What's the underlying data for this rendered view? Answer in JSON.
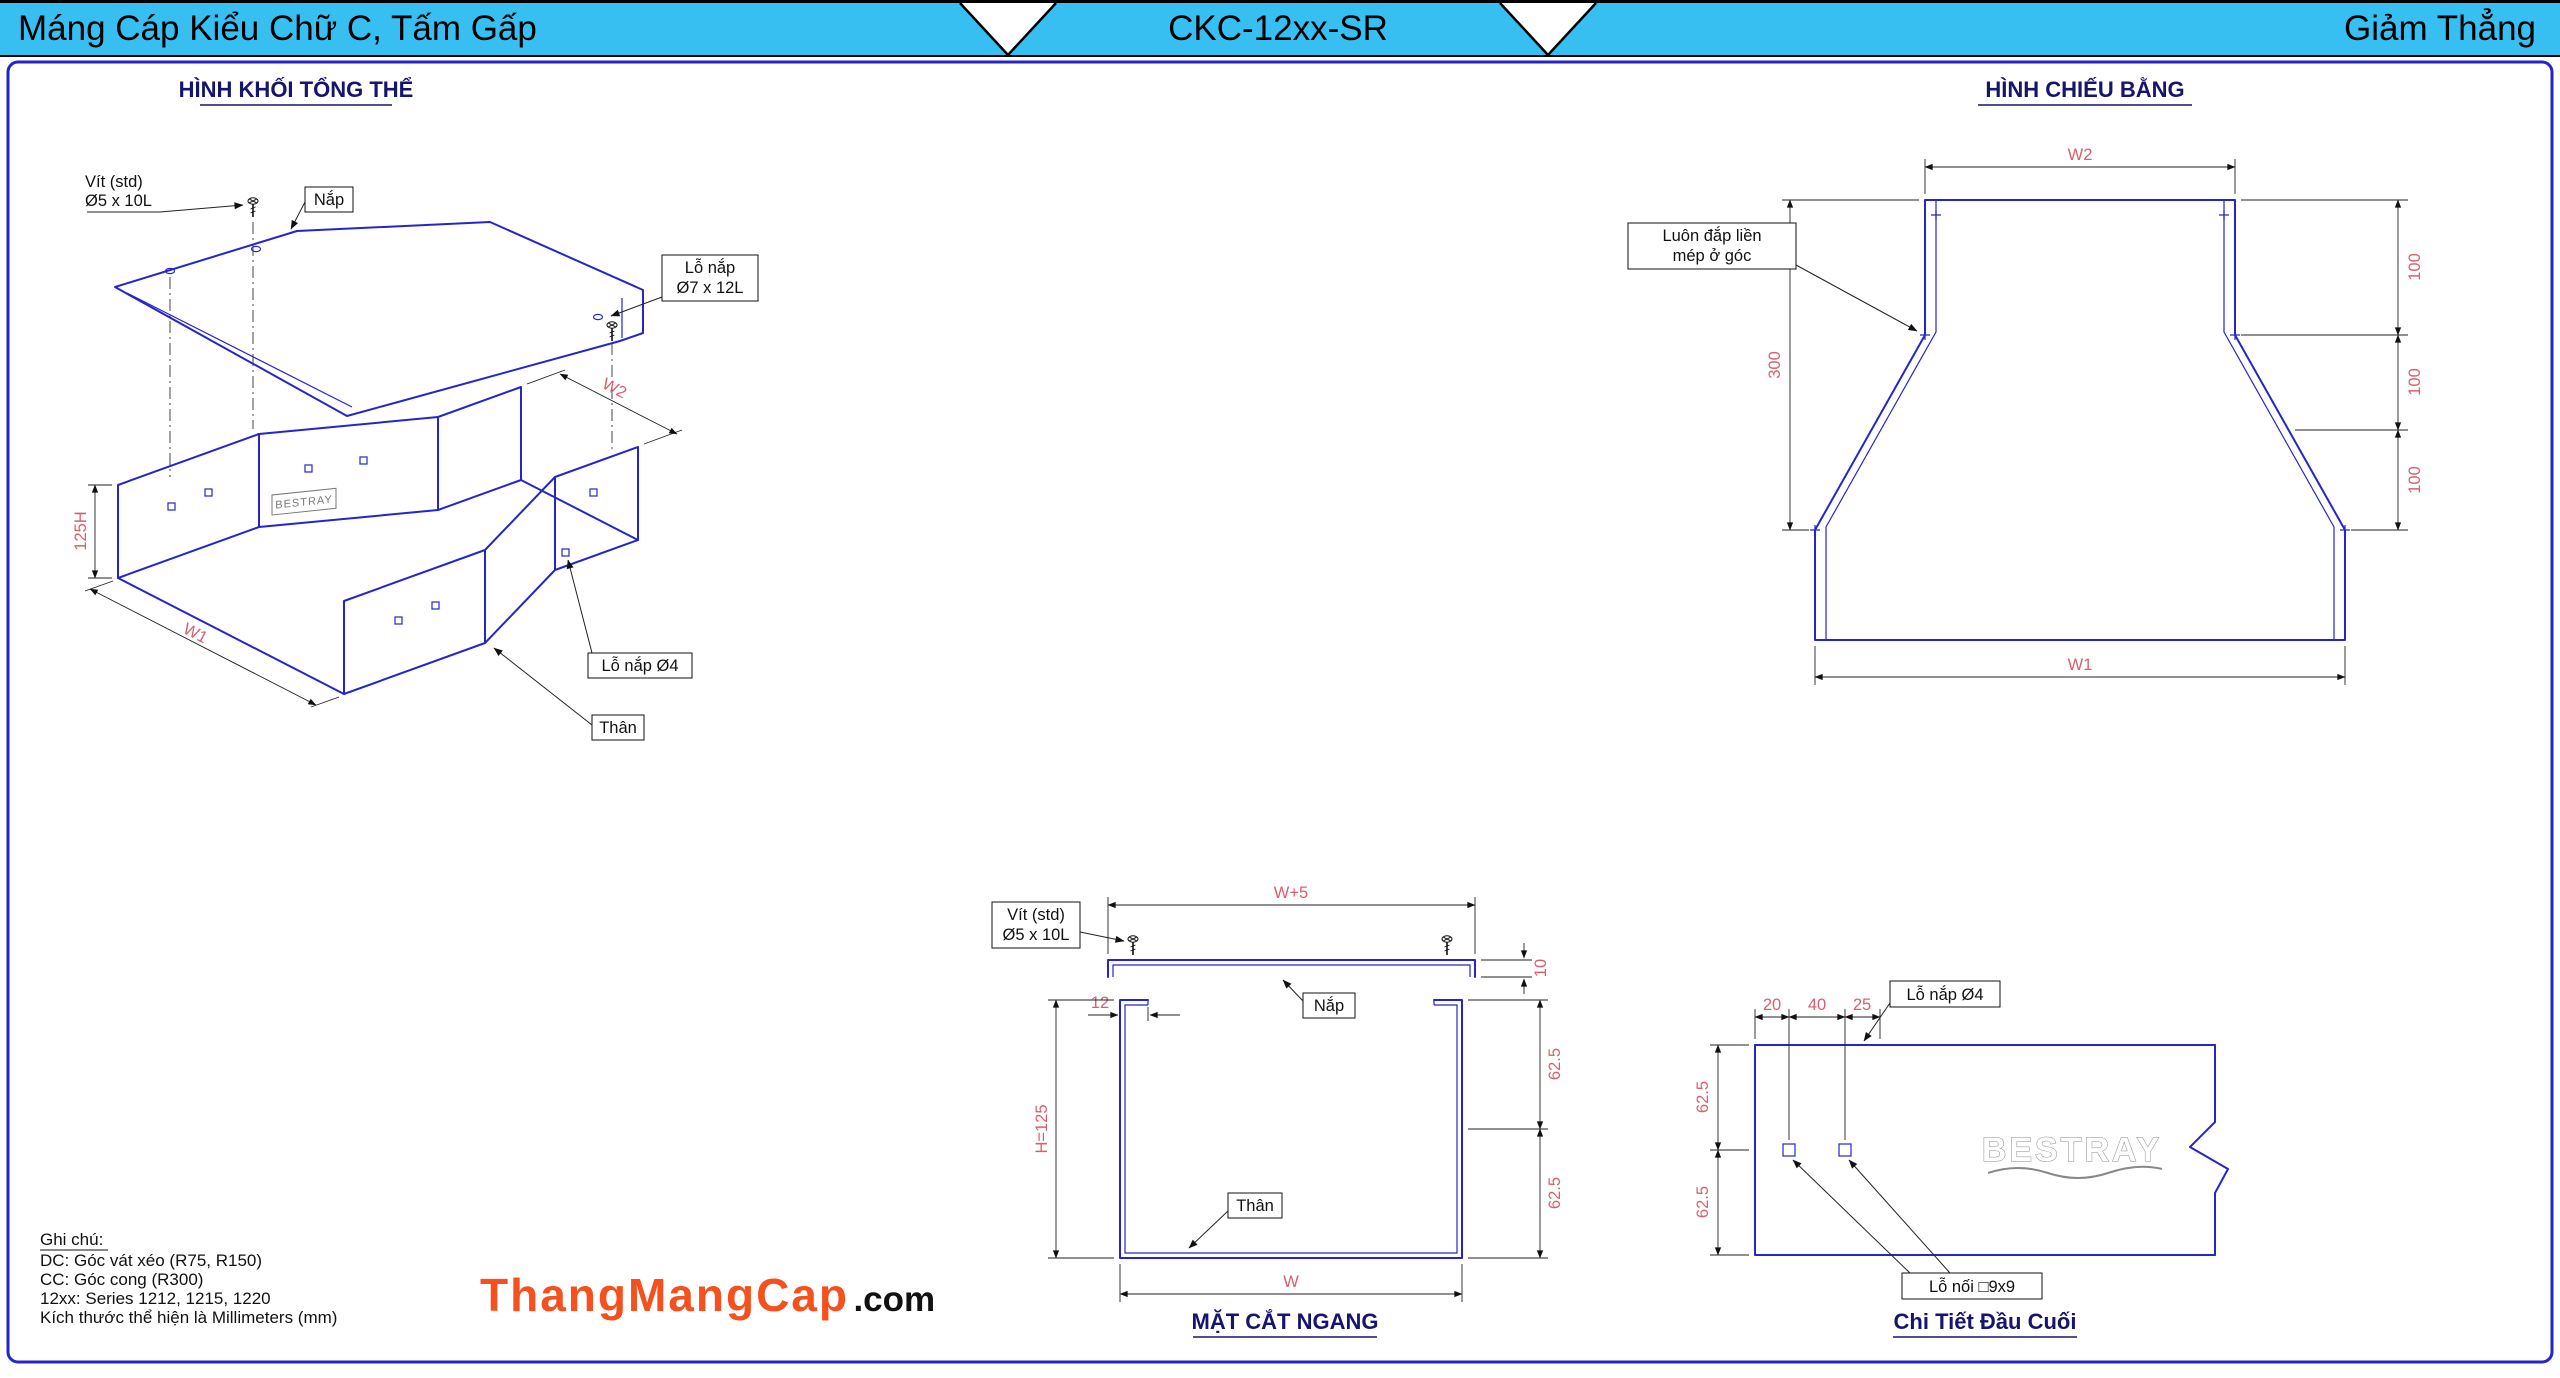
{
  "header": {
    "left": "Máng Cáp Kiểu Chữ C, Tấm Gấp",
    "center": "CKC-12xx-SR",
    "right": "Giảm Thẳng"
  },
  "iso": {
    "title": "HÌNH KHỐI TỔNG THỂ",
    "vit1": "Vít (std)",
    "vit2": "Ø5 x 10L",
    "nap": "Nắp",
    "lonap1": "Lỗ nắp",
    "lonap2": "Ø7 x 12L",
    "lonap4": "Lỗ nắp Ø4",
    "than": "Thân",
    "brand": "BESTRAY",
    "w1": "W1",
    "w2": "W2",
    "h": "125H"
  },
  "plan": {
    "title": "HÌNH CHIẾU BẰNG",
    "corner1": "Luôn đắp liền",
    "corner2": "mép ở góc",
    "w2": "W2",
    "w1": "W1",
    "len": "300",
    "seg1": "100",
    "seg2": "100",
    "seg3": "100"
  },
  "section": {
    "title": "MẶT CẮT NGANG",
    "vit1": "Vít (std)",
    "vit2": "Ø5 x 10L",
    "nap": "Nắp",
    "than": "Thân",
    "w5": "W+5",
    "d10": "10",
    "d12": "12",
    "h": "H=125",
    "d62a": "62.5",
    "d62b": "62.5",
    "w": "W"
  },
  "detail": {
    "title": "Chi Tiết Đầu Cuối",
    "lonap": "Lỗ nắp Ø4",
    "lonoi": "Lỗ nối □9x9",
    "brand": "BESTRAY",
    "d20": "20",
    "d40": "40",
    "d25": "25",
    "d62a": "62.5",
    "d62b": "62.5"
  },
  "notes": {
    "title": "Ghi chú:",
    "lines": [
      "DC: Góc vát xéo (R75, R150)",
      "CC: Góc cong (R300)",
      "12xx: Series 1212, 1215, 1220",
      "Kích thước thể hiện là Millimeters (mm)"
    ]
  },
  "logo": {
    "brand": "ThangMangCap",
    "suffix": ".com"
  },
  "colors": {
    "header_bg": "#38BFF2",
    "line_blue": "#2525CB",
    "dim_red": "#D8606E",
    "title_navy": "#15156E",
    "logo_orange": "#F4511E"
  }
}
